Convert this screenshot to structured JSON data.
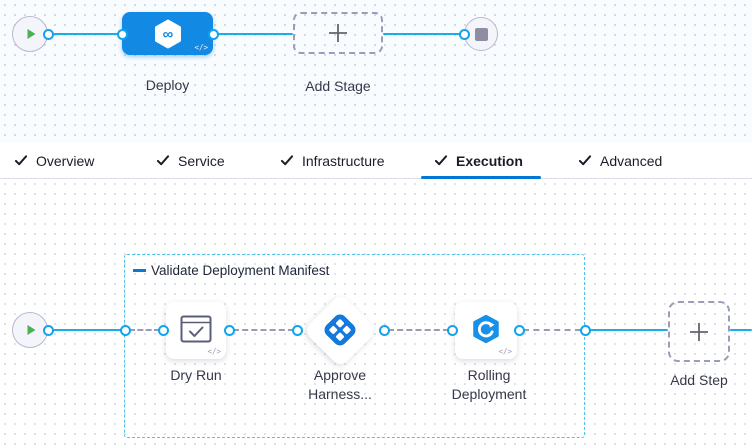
{
  "stage_pipeline": {
    "stage_label": "Deploy",
    "add_stage_label": "Add Stage",
    "code_badge": "</>"
  },
  "tabs": {
    "items": [
      {
        "label": "Overview"
      },
      {
        "label": "Service"
      },
      {
        "label": "Infrastructure"
      },
      {
        "label": "Execution"
      },
      {
        "label": "Advanced"
      }
    ],
    "active": "Execution"
  },
  "execution": {
    "group_label": "Validate Deployment Manifest",
    "steps": {
      "dry_run": "Dry Run",
      "approve": "Approve Harness...",
      "rolling": "Rolling Deployment"
    },
    "add_step_label": "Add Step",
    "code_badge": "</>"
  },
  "colors": {
    "accent_blue": "#0278d5",
    "stage_blue": "#1289e3",
    "connector_line": "#1badea",
    "group_border": "#4fc2ee",
    "play_green": "#4caf50",
    "ghost_gray": "#9b9cb6"
  }
}
